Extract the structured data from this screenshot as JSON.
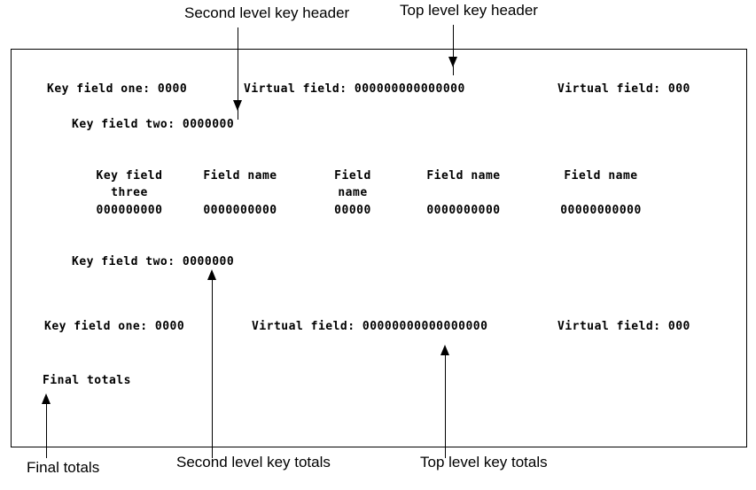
{
  "annotations": {
    "top": [
      {
        "label": "Second level key header",
        "name": "annotation-second-level-key-header"
      },
      {
        "label": "Top level key header",
        "name": "annotation-top-level-key-header"
      }
    ],
    "bottom": [
      {
        "label": "Final totals",
        "name": "annotation-final-totals"
      },
      {
        "label": "Second level key totals",
        "name": "annotation-second-level-key-totals"
      },
      {
        "label": "Top level key totals",
        "name": "annotation-top-level-key-totals"
      }
    ]
  },
  "report": {
    "top_level_header": {
      "key_field_one_label": "Key field one: 0000",
      "virtual_field_center": "Virtual field: 000000000000000",
      "virtual_field_right": "Virtual field: 000"
    },
    "second_level_header": {
      "key_field_two_label": "Key field two: 0000000"
    },
    "detail_table": {
      "headers": [
        "Key field\nthree",
        "Field name",
        "Field\nname",
        "Field name",
        "Field name"
      ],
      "header_line1": [
        "Key field",
        "Field name",
        "Field",
        "Field name",
        "Field name"
      ],
      "header_line2": [
        "three",
        "",
        "name",
        "",
        ""
      ],
      "row": [
        "000000000",
        "0000000000",
        "00000",
        "0000000000",
        "00000000000"
      ]
    },
    "second_level_totals": {
      "key_field_two_label": "Key field two: 0000000"
    },
    "top_level_totals": {
      "key_field_one_label": "Key field one: 0000",
      "virtual_field_center": "Virtual field: 00000000000000000",
      "virtual_field_right": "Virtual field: 000"
    },
    "final_totals": {
      "label": "Final totals"
    }
  },
  "colors": {
    "ink": "#000000",
    "paper": "#ffffff"
  }
}
